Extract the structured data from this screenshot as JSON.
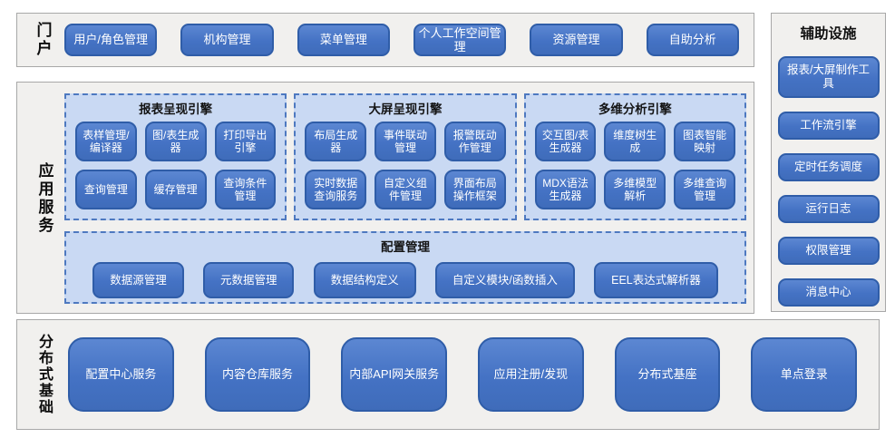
{
  "portal": {
    "label": "门户",
    "items": [
      "用户/角色管理",
      "机构管理",
      "菜单管理",
      "个人工作空间管理",
      "资源管理",
      "自助分析"
    ]
  },
  "app_services": {
    "label": "应用服务",
    "engines": [
      {
        "title": "报表呈现引擎",
        "items": [
          "表样管理/编译器",
          "图/表生成器",
          "打印导出引擎",
          "查询管理",
          "缓存管理",
          "查询条件管理"
        ]
      },
      {
        "title": "大屏呈现引擎",
        "items": [
          "布局生成器",
          "事件联动管理",
          "报警既动作管理",
          "实时数据查询服务",
          "自定义组件管理",
          "界面布局操作框架"
        ]
      },
      {
        "title": "多维分析引擎",
        "items": [
          "交互图/表生成器",
          "维度树生成",
          "图表智能映射",
          "MDX语法生成器",
          "多维模型解析",
          "多维查询管理"
        ]
      }
    ],
    "config": {
      "title": "配置管理",
      "items": [
        "数据源管理",
        "元数据管理",
        "数据结构定义",
        "自定义模块/函数插入",
        "EEL表达式解析器"
      ]
    }
  },
  "auxiliary": {
    "title": "辅助设施",
    "items": [
      "报表/大屏制作工具",
      "工作流引擎",
      "定时任务调度",
      "运行日志",
      "权限管理",
      "消息中心"
    ]
  },
  "distributed": {
    "label": "分布式基础",
    "items": [
      "配置中心服务",
      "内容仓库服务",
      "内部API网关服务",
      "应用注册/发现",
      "分布式基座",
      "单点登录"
    ]
  },
  "colors": {
    "button_fill": "#4472c4",
    "button_border": "#2f5da8",
    "panel_fill": "#c9d9f3",
    "panel_border": "#4e79c0",
    "section_fill": "#f1f0ee",
    "section_border": "#a8a8a8",
    "text_on_button": "#ffffff"
  }
}
